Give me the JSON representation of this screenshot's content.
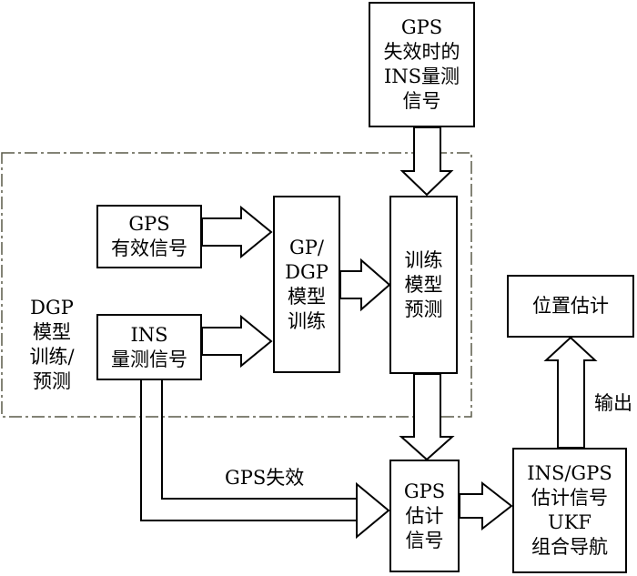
{
  "nodes": {
    "ins_gps_fail": "GPS\n失效时的\nINS量测\n信号",
    "gps_valid": "GPS\n有效信号",
    "ins_measure": "INS\n量测信号",
    "gp_train": "GP/\nDGP\n模型\n训练",
    "train_predict": "训练\n模型\n预测",
    "gps_estimate": "GPS\n估计\n信号",
    "ukf": "INS/GPS\n估计信号\nUKF\n组合导航",
    "position": "位置估计"
  },
  "labels": {
    "dgp_group": "DGP\n模型\n训练/\n预测",
    "gps_fail": "GPS失效",
    "output": "输出"
  }
}
